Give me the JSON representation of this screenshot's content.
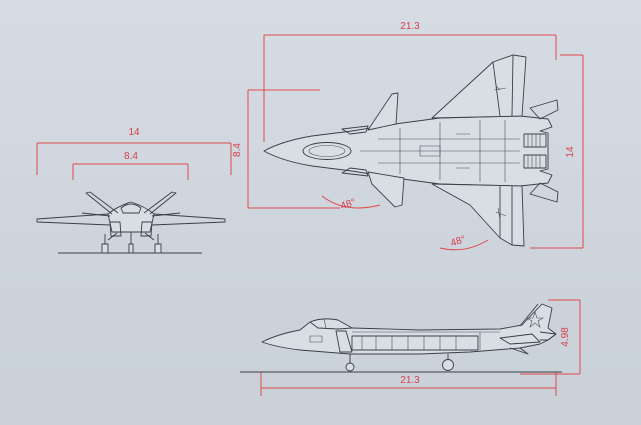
{
  "colors": {
    "background": "#cfd6de",
    "dimension": "#e04a4a",
    "ink": "#3a3f47"
  },
  "front_view": {
    "span_label": "14",
    "track_label": "8.4"
  },
  "top_view": {
    "length_label": "21.3",
    "wingspan_label": "14",
    "tail_span_label": "8.4",
    "wing_sweep_label": "48°",
    "tail_sweep_label": "48°"
  },
  "side_view": {
    "length_label": "21.3",
    "height_label": "4.98"
  }
}
